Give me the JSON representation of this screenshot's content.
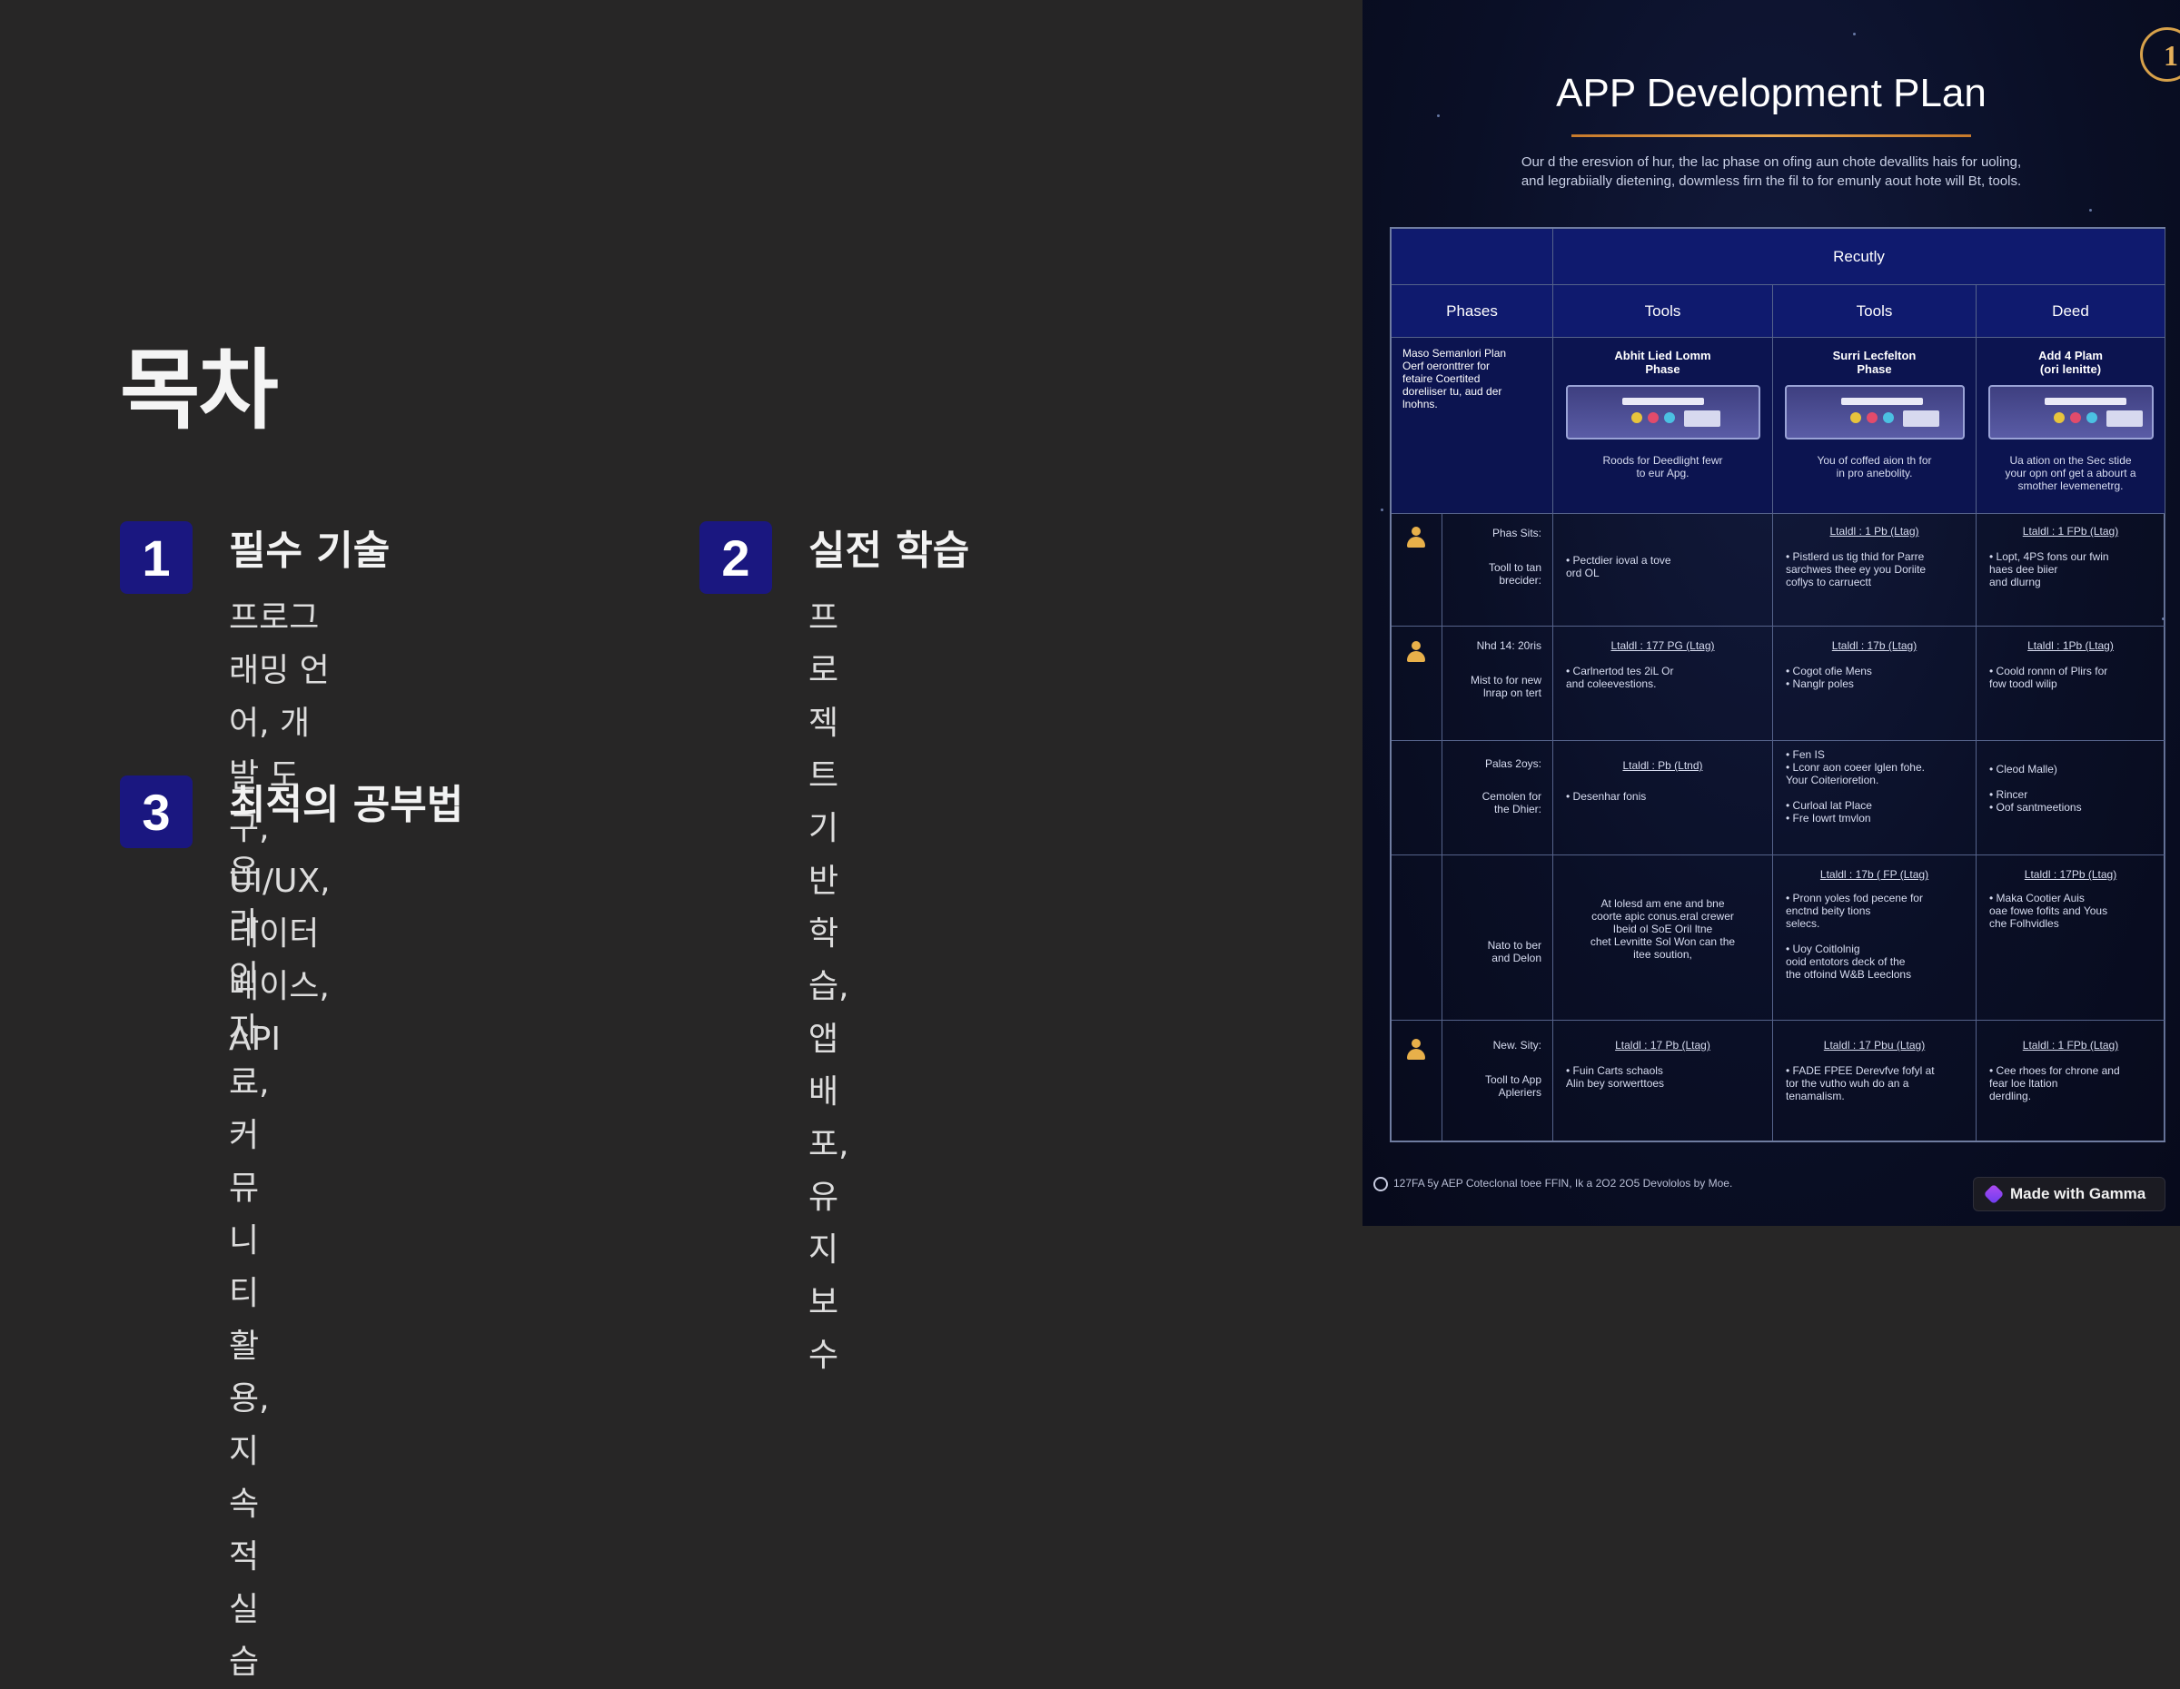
{
  "left": {
    "title": "목차",
    "items": [
      {
        "num": "1",
        "title": "필수 기술",
        "desc": "프로그래밍 언어, 개발 도구,\nUI/UX, 데이터베이스, API"
      },
      {
        "num": "2",
        "title": "실전 학습",
        "desc": "프로젝트 기반 학습, 앱 배포, 유\n지보수"
      },
      {
        "num": "3",
        "title": "최적의 공부법",
        "desc": "온라인 자료, 커뮤니티 활용, 지속적 실습"
      }
    ]
  },
  "right": {
    "corner_number": "1",
    "slide_title": "APP Development PLan",
    "intro": "Our d the eresvion of hur, the lac phase on ofing aun chote devallits hais for uoling,\nand legrabiially dietening, dowmless firn the fil to for emunly aout hote will Bt, tools.",
    "table": {
      "group_header": "Recutly",
      "col_headers": [
        "Phases",
        "Tools",
        "Tools",
        "Deed"
      ],
      "row1": {
        "phase_text": "Maso Semanlori Plan\nOerf oeronttrer for\nfetaire Coertited\ndoreliiser tu, aud der\nlnohns.",
        "cols": [
          {
            "title": "Abhit Lied Lomm\nPhase",
            "desc": "Roods for Deedlight fewr\nto eur Apg."
          },
          {
            "title": "Surri Lecfelton\nPhase",
            "desc": "You of coffed aion th for\nin pro anebolity."
          },
          {
            "title": "Add 4 Plam\n(ori lenitte)",
            "desc": "Ua ation on the Sec stide\nyour opn onf get a abourt a\nsmother levemenetrg."
          }
        ]
      },
      "row2": {
        "label_a": "Phas Sits:",
        "label_b": "Tooll to tan\nbrecider:",
        "cols": [
          {
            "head": "",
            "body": "• Pectdier ioval a tove\n   ord OL"
          },
          {
            "head": "Ltaldl : 1 Pb (Ltag)",
            "body": "• Pistlerd us tig thid for Parre\n   sarchwes thee ey you Doriite\n   coflys to carruectt"
          },
          {
            "head": "Ltaldl : 1 FPb (Ltag)",
            "body": "• Lopt, 4PS fons our fwin\n   haes dee biier\n   and dlurng"
          }
        ]
      },
      "row3": {
        "label_a": "Nhd 14: 20ris",
        "label_b": "Mist to for new\nlnrap on tert",
        "cols": [
          {
            "head": "Ltaldl : 177 PG (Ltag)",
            "body": "• Carlnertod tes 2iL Or\n   and coleevestions."
          },
          {
            "head": "Ltaldl : 17b (Ltag)",
            "body": "• Cogot ofie Mens\n• Nanglr poles"
          },
          {
            "head": "Ltaldl : 1Pb (Ltag)",
            "body": "• Coold ronnn of Plirs for\n   fow toodl wilip"
          }
        ]
      },
      "row4": {
        "label_a": "Palas 2oys:",
        "label_b": "Cemolen for\nthe Dhier:",
        "cols": [
          {
            "head": "Ltaldl : Pb (Ltnd)",
            "body": "• Desenhar fonis"
          },
          {
            "head": "",
            "body": "• Fen IS\n• Lconr aon coeer lglen fohe.\n   Your Coiterioretion.\n\n• Curloal lat Place\n• Fre Iowrt tmvlon"
          },
          {
            "head": "",
            "body": "• Cleod Malle)\n\n• Rincer\n• Oof santmeetions"
          }
        ]
      },
      "row5": {
        "label_b": "Nato to ber\nand Delon",
        "cols": [
          {
            "head": "",
            "body": "At lolesd am ene and bne\ncoorte apic conus.eral crewer\nIbeid ol SoE Oril ltne\nchet Levnitte Sol Won can the\nitee soution,"
          },
          {
            "head": "Ltaldl : 17b ( FP (Ltag)",
            "body": "• Pronn yoles fod pecene for\n   enctnd beity tions\n   selecs.\n\n• Uoy Coitlolnig\n   ooid entotors deck of the\n   the otfoind W&B Leeclons"
          },
          {
            "head": "Ltaldl : 17Pb (Ltag)",
            "body": "• Maka Cootier Auis\n   oae fowe fofits and Yous\n   che Folhvidles"
          }
        ]
      },
      "row6": {
        "label_a": "New. Sity:",
        "label_b": "Tooll to App\nApleriers",
        "cols": [
          {
            "head": "Ltaldl : 17 Pb (Ltag)",
            "body": "• Fuin Carts schaols\n   Alin bey sorwerttoes"
          },
          {
            "head": "Ltaldl : 17 Pbu (Ltag)",
            "body": "• FADE FPEE Derevfve fofyl at\n   tor the vutho wuh do an a\n   tenamalism."
          },
          {
            "head": "Ltaldl : 1 FPb (Ltag)",
            "body": "• Cee rhoes for chrone and\n   fear loe ltation\n   derdling."
          }
        ]
      }
    },
    "footer_note": "127FA 5y AEP Coteclonal toee FFIN, Ik a 2O2 2O5 Devololos by Moe.",
    "made_with": "Made with Gamma"
  },
  "colors": {
    "left_bg": "#272626",
    "badge": "#1a1780",
    "right_bg": "#0a0f26",
    "table_header": "#0f1a6e",
    "accent_line": "#e8a54c"
  },
  "icons": [
    "person-icon",
    "gamma-logo-icon",
    "info-icon"
  ]
}
